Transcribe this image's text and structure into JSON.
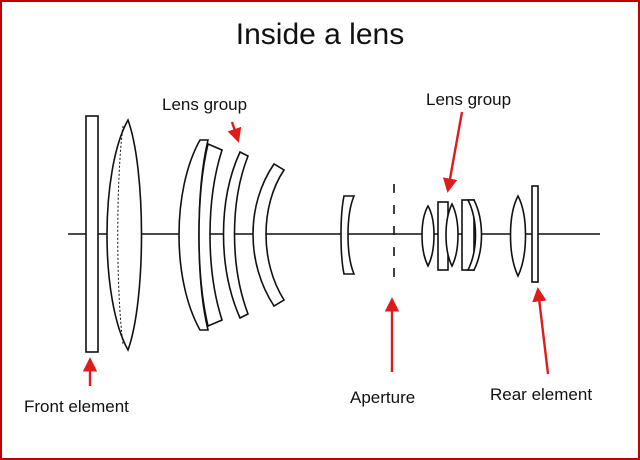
{
  "title": "Inside a lens",
  "labels": {
    "lens_group_left": "Lens group",
    "lens_group_right": "Lens group",
    "front_element": "Front element",
    "aperture": "Aperture",
    "rear_element": "Rear element"
  },
  "colors": {
    "frame": "#c00000",
    "arrow": "#e01b1b",
    "line": "#111111"
  }
}
